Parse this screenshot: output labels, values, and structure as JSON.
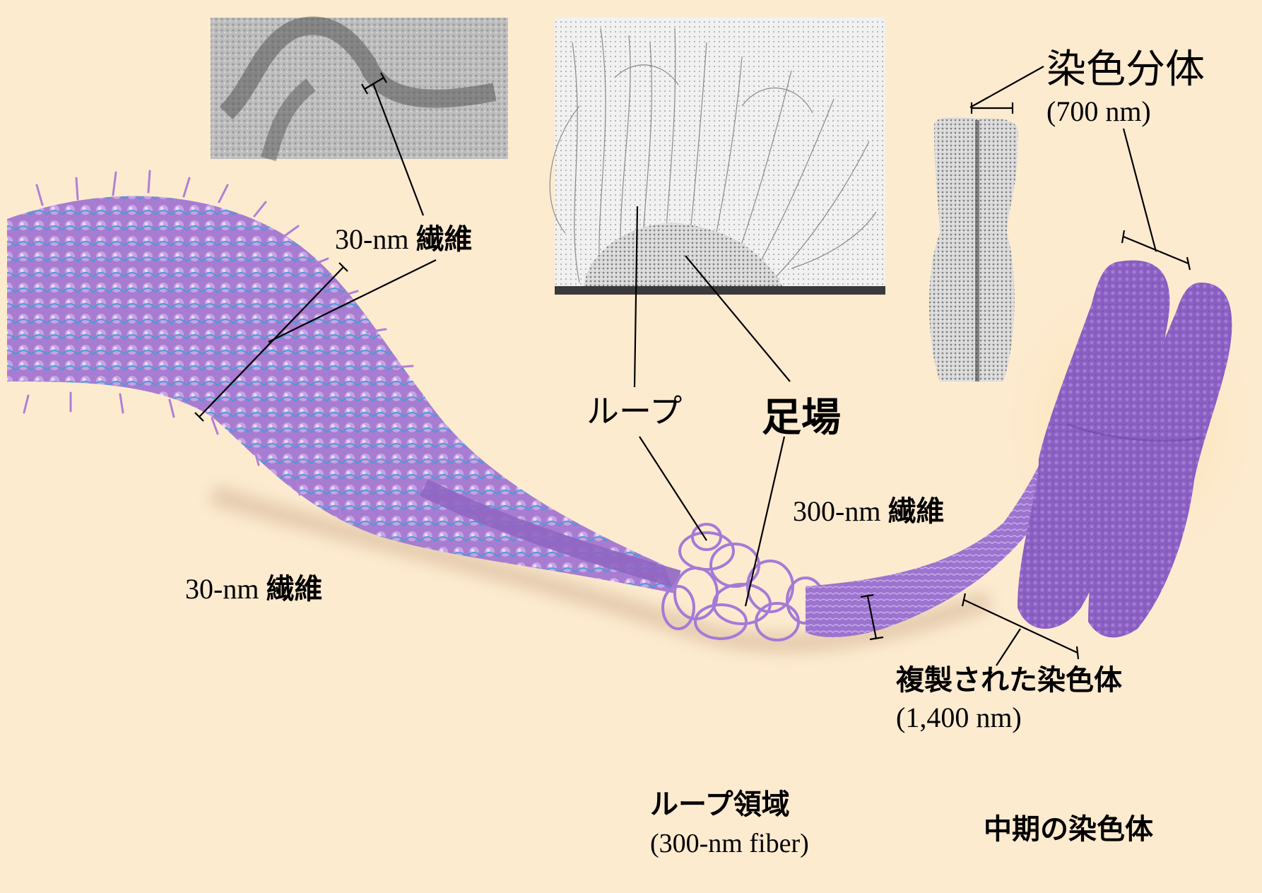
{
  "labels": {
    "fiber30_top": {
      "num": "30-nm",
      "word": "繊維"
    },
    "fiber30_bottom": {
      "num": "30-nm",
      "word": "繊維"
    },
    "fiber300": {
      "num": "300-nm",
      "word": "繊維"
    },
    "loop": "ループ",
    "scaffold": "足場",
    "chromatid": {
      "title": "染色分体",
      "size": "(700 nm)"
    },
    "replicated": {
      "title": "複製された染色体",
      "size": "(1,400 nm)"
    },
    "loop_domain": {
      "title": "ループ領域",
      "sub": "(300-nm fiber)"
    },
    "metaphase": "中期の染色体"
  },
  "colors": {
    "background": "#fdebd0",
    "fiber_purple": "#9b6cc6",
    "fiber_blue": "#4a9bd6",
    "chromosome": "#8a5fc2",
    "micrograph_bg": "#c8c8c8"
  }
}
